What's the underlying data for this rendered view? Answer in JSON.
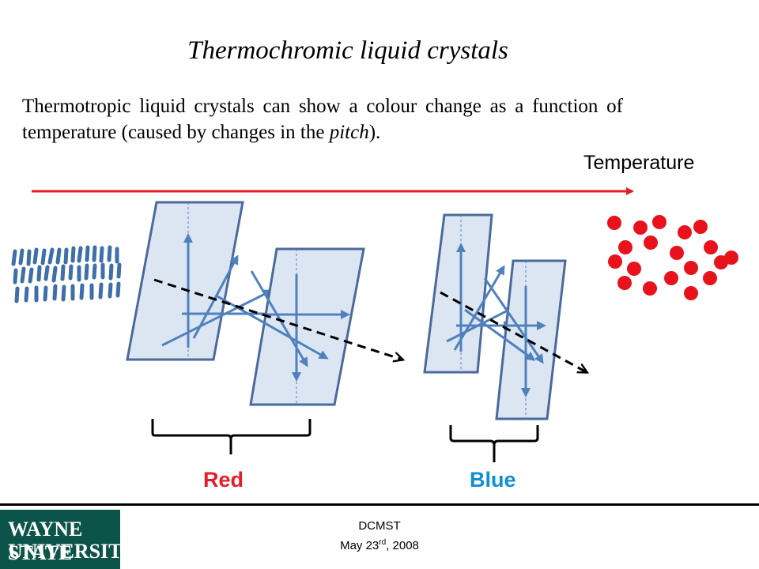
{
  "slide": {
    "title": "Thermochromic liquid crystals",
    "body_part1": "Thermotropic liquid crystals can show a colour change as a function of temperature (caused by changes in the ",
    "body_italic": "pitch",
    "body_part2": ")."
  },
  "diagram": {
    "temperature_label": "Temperature",
    "label_red": "Red",
    "label_blue": "Blue",
    "colors": {
      "arrow_red": "#e41e26",
      "panel_fill": "#dce6f2",
      "panel_stroke": "#4a6a9c",
      "vector_blue": "#4f81bd",
      "rod_blue": "#3f6fa8",
      "dot_red": "#e8121c"
    }
  },
  "footer": {
    "line1": "DCMST",
    "date_prefix": "May 23",
    "date_sup": "rd",
    "date_suffix": ", 2008",
    "logo_line1": "WAYNE STATE",
    "logo_line2": "UNIVERSITY"
  }
}
